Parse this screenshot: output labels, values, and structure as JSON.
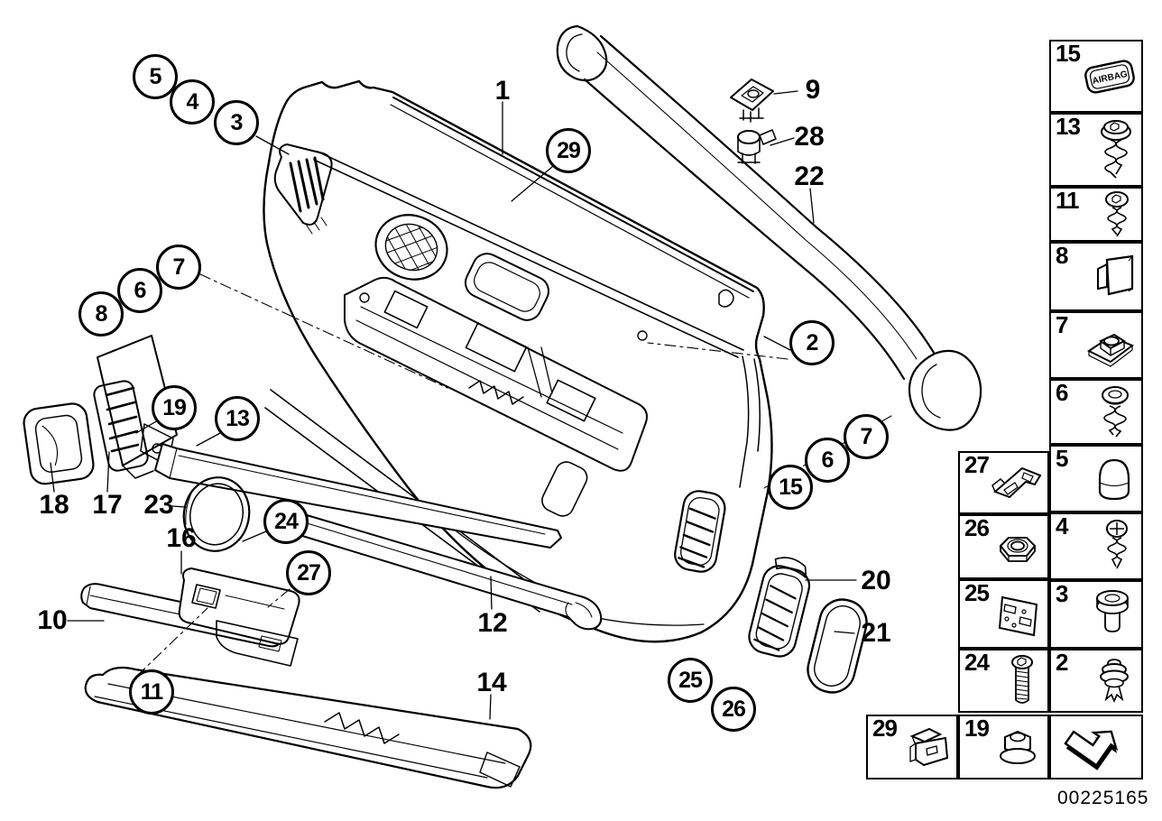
{
  "diagram": {
    "footer_code": "00225165",
    "emblem_text": "AIRBAG"
  },
  "balloons": [
    {
      "label": "5"
    },
    {
      "label": "4"
    },
    {
      "label": "3"
    },
    {
      "label": "7"
    },
    {
      "label": "6"
    },
    {
      "label": "8"
    },
    {
      "label": "19"
    },
    {
      "label": "13"
    },
    {
      "label": "24"
    },
    {
      "label": "27"
    },
    {
      "label": "11"
    },
    {
      "label": "29"
    },
    {
      "label": "2"
    },
    {
      "label": "7"
    },
    {
      "label": "6"
    },
    {
      "label": "15"
    },
    {
      "label": "25"
    },
    {
      "label": "26"
    }
  ],
  "plain_labels": [
    {
      "label": "1"
    },
    {
      "label": "9"
    },
    {
      "label": "28"
    },
    {
      "label": "22"
    },
    {
      "label": "18"
    },
    {
      "label": "17"
    },
    {
      "label": "23"
    },
    {
      "label": "16"
    },
    {
      "label": "10"
    },
    {
      "label": "12"
    },
    {
      "label": "14"
    },
    {
      "label": "20"
    },
    {
      "label": "21"
    }
  ],
  "sidebar": {
    "cells": [
      {
        "num": "15",
        "icon": "airbag-emblem"
      },
      {
        "num": "13",
        "icon": "washer-head-screw"
      },
      {
        "num": "11",
        "icon": "pan-head-screw"
      },
      {
        "num": "8",
        "icon": "square-cap"
      },
      {
        "num": "7",
        "icon": "clip-nut"
      },
      {
        "num": "6",
        "icon": "flange-screw"
      },
      {
        "num": "5",
        "icon": "round-cap"
      },
      {
        "num": "4",
        "icon": "phillips-screw"
      },
      {
        "num": "3",
        "icon": "grommet"
      },
      {
        "num": "2",
        "icon": "expansion-rivet"
      },
      {
        "num": "27",
        "icon": "metal-bracket"
      },
      {
        "num": "26",
        "icon": "hex-nut"
      },
      {
        "num": "25",
        "icon": "retainer-plate"
      },
      {
        "num": "24",
        "icon": "torx-bolt"
      },
      {
        "num": "29",
        "icon": "cover-clip"
      },
      {
        "num": "19",
        "icon": "flange-nut"
      },
      {
        "num": "",
        "icon": "page-reference-arrow"
      }
    ]
  }
}
